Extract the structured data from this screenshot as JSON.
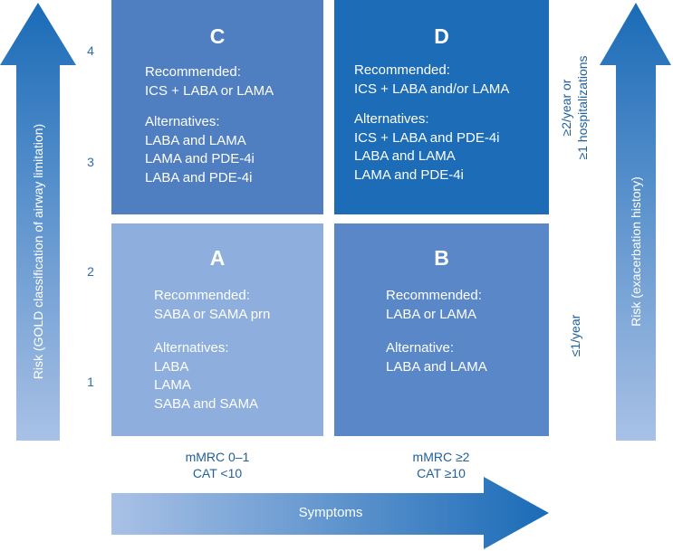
{
  "quadrants": {
    "c": {
      "letter": "C",
      "rec_label": "Recommended:",
      "rec_lines": [
        "ICS + LABA or LAMA"
      ],
      "alt_label": "Alternatives:",
      "alt_lines": [
        "LABA and LAMA",
        "LAMA and PDE-4i",
        "LABA and PDE-4i"
      ],
      "color": "#4f7fc1"
    },
    "d": {
      "letter": "D",
      "rec_label": "Recommended:",
      "rec_lines": [
        "ICS + LABA and/or LAMA"
      ],
      "alt_label": "Alternatives:",
      "alt_lines": [
        "ICS + LABA and PDE-4i",
        "LABA and LAMA",
        "LAMA and PDE-4i"
      ],
      "color": "#1c6cb8"
    },
    "a": {
      "letter": "A",
      "rec_label": "Recommended:",
      "rec_lines": [
        "SABA or SAMA prn"
      ],
      "alt_label": "Alternatives:",
      "alt_lines": [
        "LABA",
        "LAMA",
        "SABA and SAMA"
      ],
      "color": "#8eaedd"
    },
    "b": {
      "letter": "B",
      "rec_label": "Recommended:",
      "rec_lines": [
        "LABA or LAMA"
      ],
      "alt_label": "Alternative:",
      "alt_lines": [
        "LABA and LAMA"
      ],
      "color": "#5a87c8"
    }
  },
  "left_axis": {
    "label": "Risk (GOLD classification of airway limitation)",
    "ticks": [
      "4",
      "3",
      "2",
      "1"
    ]
  },
  "right_axis": {
    "label": "Risk (exacerbation history)",
    "upper_label": [
      "≥2/year or",
      "≥1 hospitalizations"
    ],
    "lower_label": "≤1/year"
  },
  "bottom_axis": {
    "label": "Symptoms",
    "left_col": [
      "mMRC 0–1",
      "CAT <10"
    ],
    "right_col": [
      "mMRC ≥2",
      "CAT ≥10"
    ]
  },
  "colors": {
    "arrow_dark": "#1a6bb7",
    "arrow_light": "#a9c1e6",
    "tick_text": "#2a6fae"
  }
}
